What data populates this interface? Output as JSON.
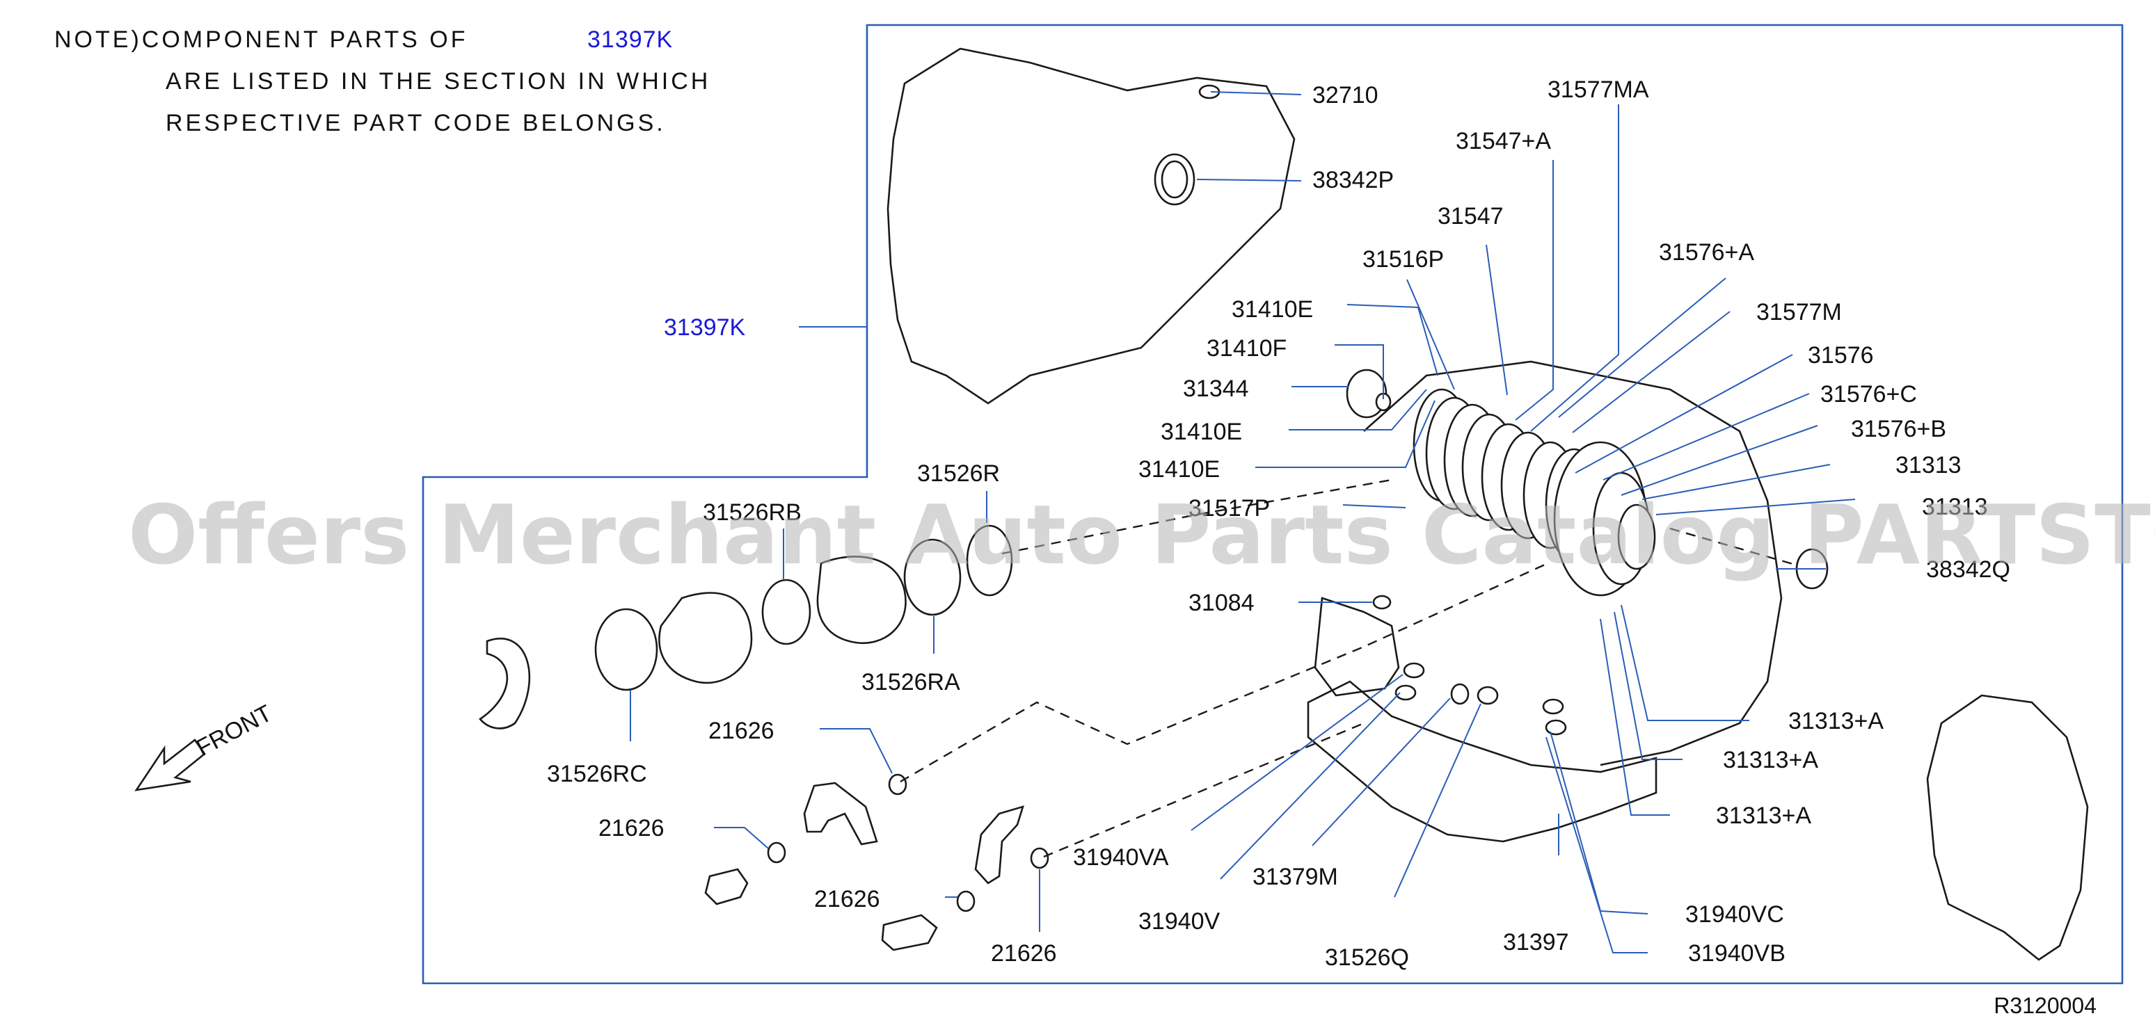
{
  "note": {
    "prefix": "NOTE)COMPONENT PARTS OF",
    "ref_code": "31397K",
    "line2": "ARE LISTED IN THE SECTION IN WHICH",
    "line3": "RESPECTIVE PART CODE BELONGS."
  },
  "front_label": "FRONT",
  "watermark": "Offers Merchant Auto Parts Catalog PARTSTORE.SA",
  "diagram_ref": "R3120004",
  "parts": {
    "p32710": "32710",
    "p38342P": "38342P",
    "p31397K": "31397K",
    "p31577MA": "31577MA",
    "p31547A": "31547+A",
    "p31547": "31547",
    "p31516P": "31516P",
    "p31576A": "31576+A",
    "p31410E_1": "31410E",
    "p31577M": "31577M",
    "p31410F": "31410F",
    "p31576": "31576",
    "p31344": "31344",
    "p31576C": "31576+C",
    "p31410E_2": "31410E",
    "p31576B": "31576+B",
    "p31410E_3": "31410E",
    "p31313_1": "31313",
    "p31526R": "31526R",
    "p31517P": "31517P",
    "p31313_2": "31313",
    "p31526RB": "31526RB",
    "p38342Q": "38342Q",
    "p31084": "31084",
    "p31526RA": "31526RA",
    "p31313A_1": "31313+A",
    "p21626_1": "21626",
    "p31313A_2": "31313+A",
    "p31526RC": "31526RC",
    "p31313A_3": "31313+A",
    "p21626_2": "21626",
    "p31940VA": "31940VA",
    "p31379M": "31379M",
    "p21626_3": "21626",
    "p31940V": "31940V",
    "p31940VC": "31940VC",
    "p21626_4": "21626",
    "p31397": "31397",
    "p31526Q": "31526Q",
    "p31940VB": "31940VB"
  },
  "colors": {
    "link": "#1a1ad4",
    "leader": "#2a5db8",
    "ink": "#1a1a1a",
    "watermark": "#b4b4b4"
  }
}
